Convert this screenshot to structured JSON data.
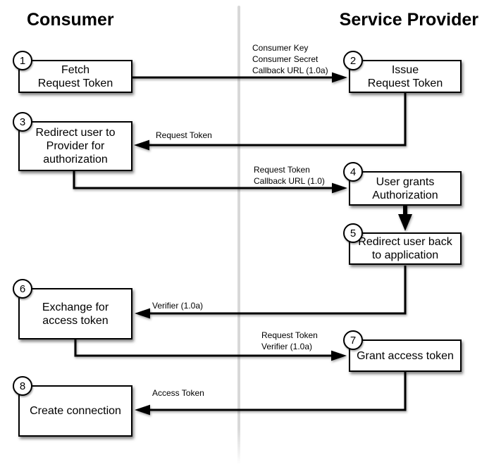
{
  "diagram": {
    "lanes": {
      "left": "Consumer",
      "right": "Service Provider"
    },
    "steps": [
      {
        "num": "1",
        "label": "Fetch\nRequest Token"
      },
      {
        "num": "2",
        "label": "Issue\nRequest Token"
      },
      {
        "num": "3",
        "label": "Redirect user to\nProvider for\nauthorization"
      },
      {
        "num": "4",
        "label": "User grants\nAuthorization"
      },
      {
        "num": "5",
        "label": "Redirect user back\nto application"
      },
      {
        "num": "6",
        "label": "Exchange for\naccess token"
      },
      {
        "num": "7",
        "label": "Grant access token"
      },
      {
        "num": "8",
        "label": "Create connection"
      }
    ],
    "messages": [
      {
        "label": "Consumer Key\nConsumer Secret\nCallback URL (1.0a)"
      },
      {
        "label": "Request Token"
      },
      {
        "label": "Request Token\nCallback URL (1.0)"
      },
      {
        "label": "Verifier (1.0a)"
      },
      {
        "label": "Request Token\nVerifier (1.0a)"
      },
      {
        "label": "Access Token"
      }
    ],
    "colors": {
      "line": "#000000",
      "box_fill": "#ffffff",
      "divider": "#d8d8d8",
      "text": "#000000"
    }
  }
}
